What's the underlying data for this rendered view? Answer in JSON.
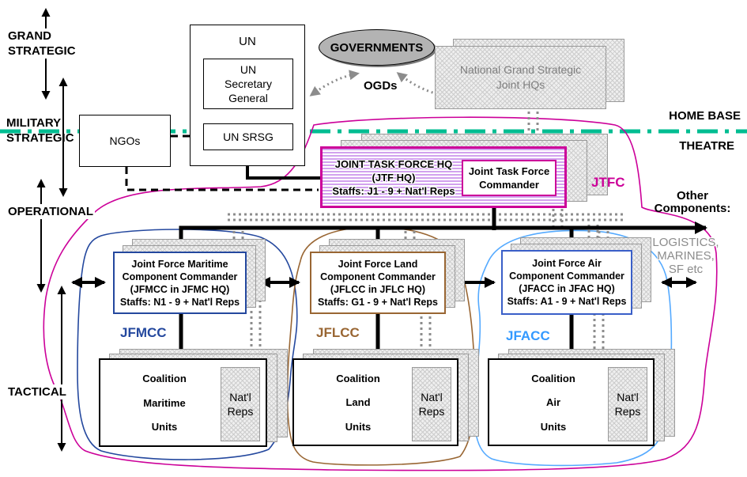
{
  "levels": {
    "grand_strategic": [
      "GRAND",
      "STRATEGIC"
    ],
    "military_strategic": [
      "MILITARY",
      "STRATEGIC"
    ],
    "operational": "OPERATIONAL",
    "tactical": "TACTICAL"
  },
  "zones": {
    "home_base": "HOME BASE",
    "theatre": "THEATRE"
  },
  "un": {
    "title": "UN",
    "secretary_general": [
      "UN",
      "Secretary",
      "General"
    ],
    "srsg": "UN SRSG"
  },
  "ngos": "NGOs",
  "governments": "GOVERNMENTS",
  "ogds": "OGDs",
  "national_hqs": [
    "National Grand Strategic",
    "Joint HQs"
  ],
  "jtf": {
    "hq_lines": [
      "JOINT TASK FORCE HQ",
      "(JTF HQ)",
      "Staffs: J1 - 9 + Nat'l Reps"
    ],
    "commander_lines": [
      "Joint Task Force",
      "Commander"
    ],
    "label": "JTFC"
  },
  "other_components": {
    "heading": [
      "Other",
      "Components:"
    ],
    "items": [
      "LOGISTICS,",
      "MARINES,",
      "SF etc"
    ]
  },
  "components": [
    {
      "name": "maritime",
      "commander_lines": [
        "Joint Force Maritime",
        "Component Commander",
        "(JFMCC in JFMC HQ)",
        "Staffs: N1 - 9 + Nat'l Reps"
      ],
      "label": "JFMCC",
      "units_lines": [
        "Coalition",
        "Maritime",
        "Units"
      ],
      "natl_reps": [
        "Nat'l",
        "Reps"
      ],
      "color": "#24489e"
    },
    {
      "name": "land",
      "commander_lines": [
        "Joint Force Land",
        "Component Commander",
        "(JFLCC in JFLC HQ)",
        "Staffs: G1 - 9 + Nat'l Reps"
      ],
      "label": "JFLCC",
      "units_lines": [
        "Coalition",
        "Land",
        "Units"
      ],
      "natl_reps": [
        "Nat'l",
        "Reps"
      ],
      "color": "#996633"
    },
    {
      "name": "air",
      "commander_lines": [
        "Joint Force Air",
        "Component Commander",
        "(JFACC in JFAC HQ)",
        "Staffs: A1 - 9 + Nat'l Reps"
      ],
      "label": "JFACC",
      "units_lines": [
        "Coalition",
        "Air",
        "Units"
      ],
      "natl_reps": [
        "Nat'l",
        "Reps"
      ],
      "color": "#3399ff"
    }
  ],
  "colors": {
    "theatre_line": "#00bd92",
    "jtf_accent": "#cc0099",
    "maritime": "#24489e",
    "land": "#996633",
    "air": "#3399ff",
    "gray_text": "#8c8c8c"
  }
}
